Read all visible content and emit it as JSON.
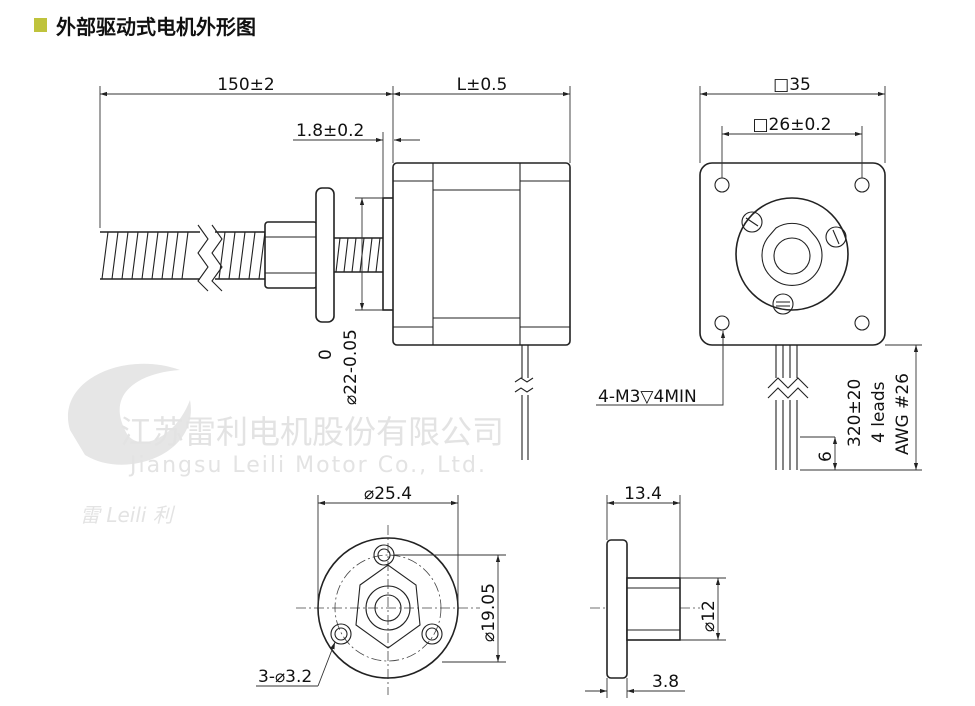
{
  "title": "外部驱动式电机外形图",
  "colors": {
    "accent": "#bfc33c",
    "line": "#222222",
    "watermark": "#e3e3e3"
  },
  "watermark": {
    "company_cn": "江苏雷利电机股份有限公司",
    "company_en": "Jiangsu Leili Motor Co., Ltd.",
    "logo_text": "雷 Leili 利"
  },
  "side_view": {
    "screw_length": "150±2",
    "motor_length": "L±0.5",
    "pilot_height": "1.8±0.2",
    "pilot_diameter_tol": "0",
    "pilot_diameter": "⌀22-0.05"
  },
  "front_view": {
    "square_size": "□35",
    "hole_pitch": "□26±0.2",
    "mount_holes": "4-M3▽4MIN",
    "lead_length": "320±20",
    "lead_count": "4 leads",
    "lead_gauge": "AWG #26",
    "strip_length": "6"
  },
  "nut_front": {
    "flange_diameter": "⌀25.4",
    "hole_pcd": "⌀19.05",
    "holes": "3-⌀3.2"
  },
  "nut_side": {
    "total_length": "13.4",
    "hub_diameter": "⌀12",
    "flange_thickness": "3.8"
  }
}
